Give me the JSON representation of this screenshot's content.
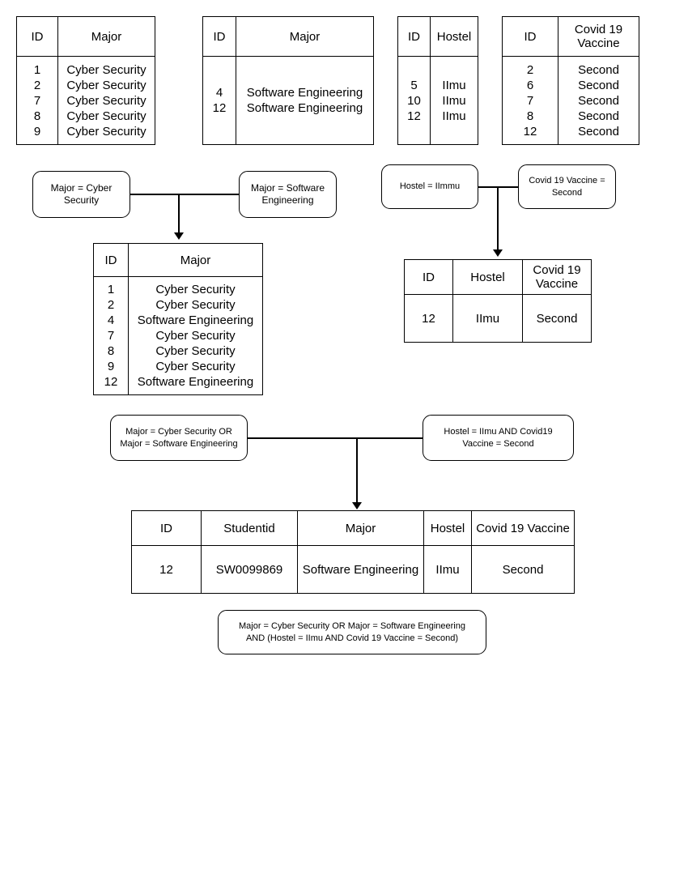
{
  "diagram": {
    "title": "Relational query decomposition diagram",
    "line_color": "#000000",
    "background": "#ffffff"
  },
  "tables": {
    "major_cyber": {
      "name": "major-cyber-security-table",
      "headers": [
        "ID",
        "Major"
      ],
      "rows": [
        [
          "1",
          "Cyber Security"
        ],
        [
          "2",
          "Cyber Security"
        ],
        [
          "7",
          "Cyber Security"
        ],
        [
          "8",
          "Cyber Security"
        ],
        [
          "9",
          "Cyber Security"
        ]
      ]
    },
    "major_software": {
      "name": "major-software-engineering-table",
      "headers": [
        "ID",
        "Major"
      ],
      "rows": [
        [
          "4",
          "Software Engineering"
        ],
        [
          "12",
          "Software Engineering"
        ]
      ]
    },
    "hostel": {
      "name": "hostel-table",
      "headers": [
        "ID",
        "Hostel"
      ],
      "rows": [
        [
          "5",
          "IImu"
        ],
        [
          "10",
          "IImu"
        ],
        [
          "12",
          "IImu"
        ]
      ]
    },
    "vaccine": {
      "name": "covid-vaccine-table",
      "headers": [
        "ID",
        "Covid 19\nVaccine"
      ],
      "header_lines": [
        "Covid 19",
        "Vaccine"
      ],
      "rows": [
        [
          "2",
          "Second"
        ],
        [
          "6",
          "Second"
        ],
        [
          "7",
          "Second"
        ],
        [
          "8",
          "Second"
        ],
        [
          "12",
          "Second"
        ]
      ]
    },
    "major_union": {
      "name": "major-union-result-table",
      "headers": [
        "ID",
        "Major"
      ],
      "rows": [
        [
          "1",
          "Cyber Security"
        ],
        [
          "2",
          "Cyber Security"
        ],
        [
          "4",
          "Software Engineering"
        ],
        [
          "7",
          "Cyber Security"
        ],
        [
          "8",
          "Cyber Security"
        ],
        [
          "9",
          "Cyber Security"
        ],
        [
          "12",
          "Software Engineering"
        ]
      ]
    },
    "hostel_vaccine": {
      "name": "hostel-vaccine-result-table",
      "headers": [
        "ID",
        "Hostel",
        "Covid 19\nVaccine"
      ],
      "header_lines_3": [
        "Covid 19",
        "Vaccine"
      ],
      "rows": [
        [
          "12",
          "IImu",
          "Second"
        ]
      ]
    },
    "final": {
      "name": "final-result-table",
      "headers": [
        "ID",
        "Studentid",
        "Major",
        "Hostel",
        "Covid 19 Vaccine"
      ],
      "rows": [
        [
          "12",
          "SW0099869",
          "Software Engineering",
          "IImu",
          "Second"
        ]
      ]
    }
  },
  "conditions": {
    "major_cyber": "Major = Cyber\nSecurity",
    "major_software": "Major = Software\nEngineering",
    "hostel": "Hostel = IImmu",
    "vaccine": "Covid 19 Vaccine =\nSecond",
    "major_or": "Major = Cyber Security OR\nMajor = Software Engineering",
    "hostel_and_vaccine": "Hostel = IImu AND Covid19\nVaccine = Second",
    "final": "Major = Cyber Security OR Major = Software Engineering\nAND (Hostel = IImu AND Covid 19 Vaccine = Second)"
  }
}
